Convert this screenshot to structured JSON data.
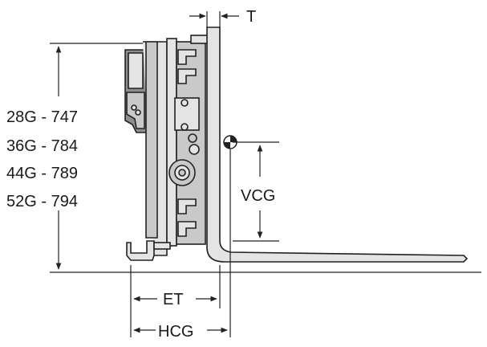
{
  "dimensions": {
    "thickness_label": "T",
    "vertical_cg_label": "VCG",
    "effective_thickness_label": "ET",
    "horizontal_cg_label": "HCG"
  },
  "model_heights": [
    {
      "text": "28G - 747"
    },
    {
      "text": "36G - 784"
    },
    {
      "text": "44G - 789"
    },
    {
      "text": "52G - 794"
    }
  ]
}
